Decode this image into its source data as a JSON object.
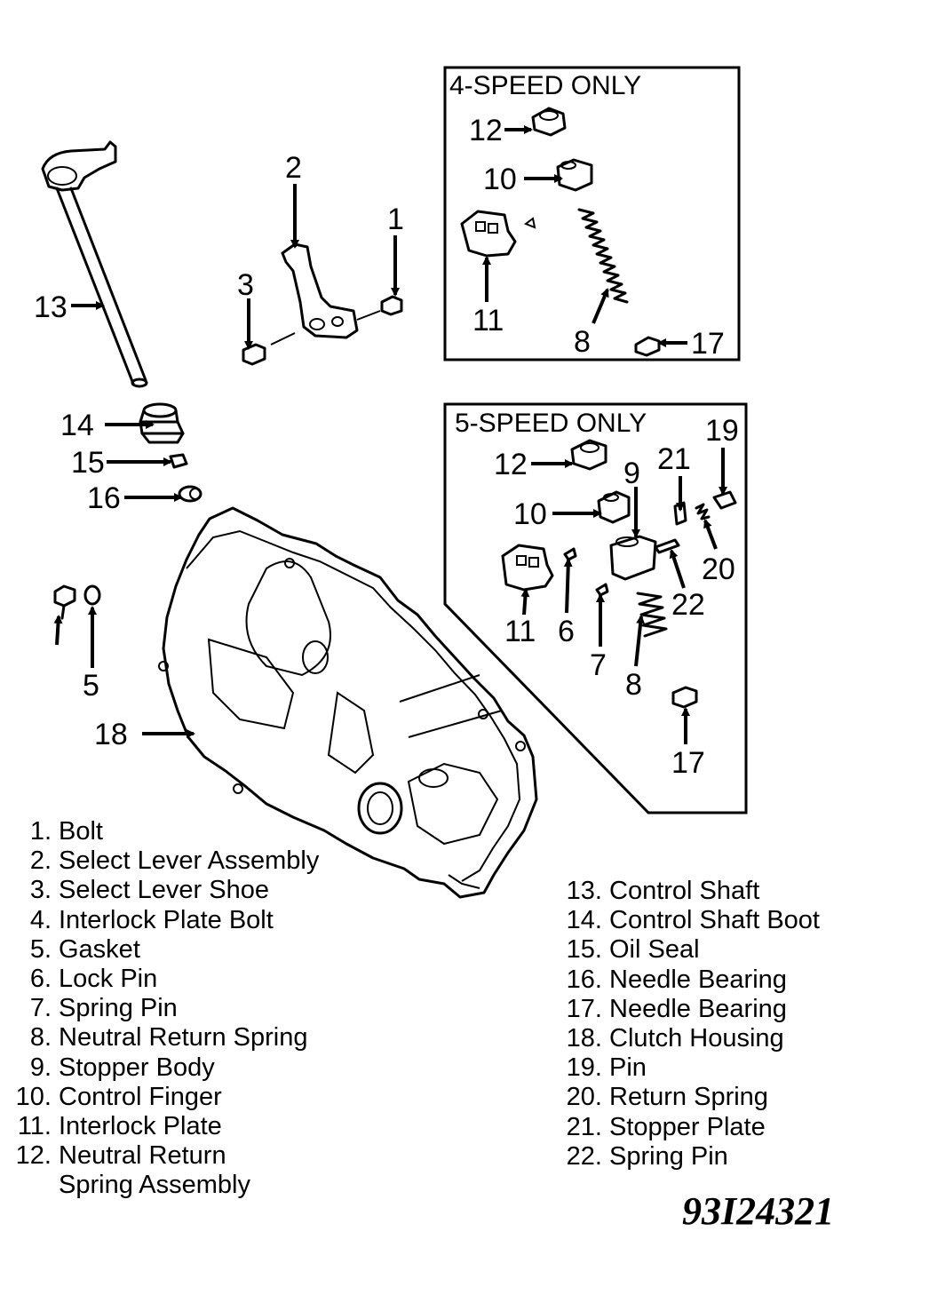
{
  "callouts": {
    "c1": "1",
    "c2": "2",
    "c3": "3",
    "c5": "5",
    "c13": "13",
    "c14": "14",
    "c15": "15",
    "c16": "16",
    "c18": "18",
    "b4_12": "12",
    "b4_10": "10",
    "b4_11": "11",
    "b4_8": "8",
    "b4_17": "17",
    "b5_19": "19",
    "b5_21": "21",
    "b5_12": "12",
    "b5_9": "9",
    "b5_10": "10",
    "b5_20": "20",
    "b5_22": "22",
    "b5_11": "11",
    "b5_6": "6",
    "b5_7": "7",
    "b5_8": "8",
    "b5_17": "17"
  },
  "box4": {
    "title": "4-SPEED ONLY"
  },
  "box5": {
    "title": "5-SPEED ONLY"
  },
  "legend_left": [
    {
      "num": "1.",
      "label": "Bolt"
    },
    {
      "num": "2.",
      "label": "Select Lever Assembly"
    },
    {
      "num": "3.",
      "label": "Select Lever Shoe"
    },
    {
      "num": "4.",
      "label": "Interlock Plate Bolt"
    },
    {
      "num": "5.",
      "label": "Gasket"
    },
    {
      "num": "6.",
      "label": "Lock Pin"
    },
    {
      "num": "7.",
      "label": "Spring Pin"
    },
    {
      "num": "8.",
      "label": "Neutral Return Spring"
    },
    {
      "num": "9.",
      "label": "Stopper Body"
    },
    {
      "num": "10.",
      "label": "Control Finger"
    },
    {
      "num": "11.",
      "label": "Interlock Plate"
    },
    {
      "num": "12.",
      "label": "Neutral Return"
    },
    {
      "num": "",
      "label": "Spring Assembly"
    }
  ],
  "legend_right": [
    {
      "num": "13.",
      "label": "Control Shaft"
    },
    {
      "num": "14.",
      "label": "Control Shaft Boot"
    },
    {
      "num": "15.",
      "label": "Oil Seal"
    },
    {
      "num": "16.",
      "label": "Needle Bearing"
    },
    {
      "num": "17.",
      "label": "Needle Bearing"
    },
    {
      "num": "18.",
      "label": "Clutch Housing"
    },
    {
      "num": "19.",
      "label": "Pin"
    },
    {
      "num": "20.",
      "label": "Return Spring"
    },
    {
      "num": "21.",
      "label": "Stopper Plate"
    },
    {
      "num": "22.",
      "label": "Spring Pin"
    }
  ],
  "figure_code": "93I24321"
}
